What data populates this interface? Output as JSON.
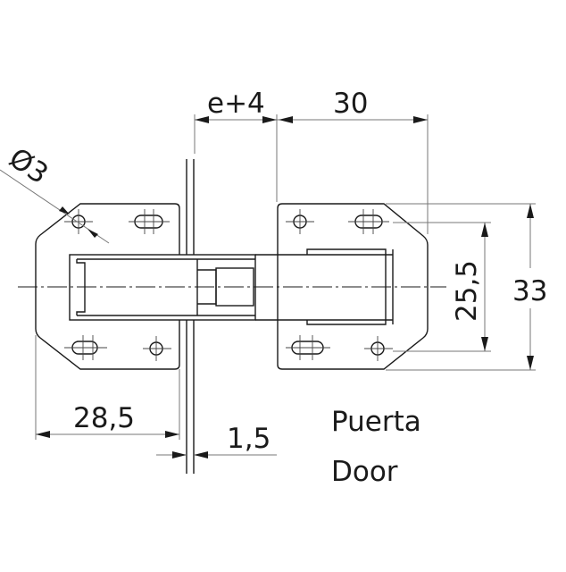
{
  "drawing": {
    "type": "technical-drawing",
    "subject": "concealed cabinet hinge, plan view",
    "dimensions": {
      "hole_diameter": "Ø3",
      "gap_offset": "e+4",
      "right_plate_width": "30",
      "left_plate_width": "28,5",
      "door_thickness_gap": "1,5",
      "inner_height": "25,5",
      "overall_height": "33"
    },
    "labels": {
      "spanish": "Puerta",
      "english": "Door"
    },
    "colors": {
      "line": "#1a1a1a",
      "dimension_line": "#777777",
      "background": "#ffffff"
    }
  }
}
